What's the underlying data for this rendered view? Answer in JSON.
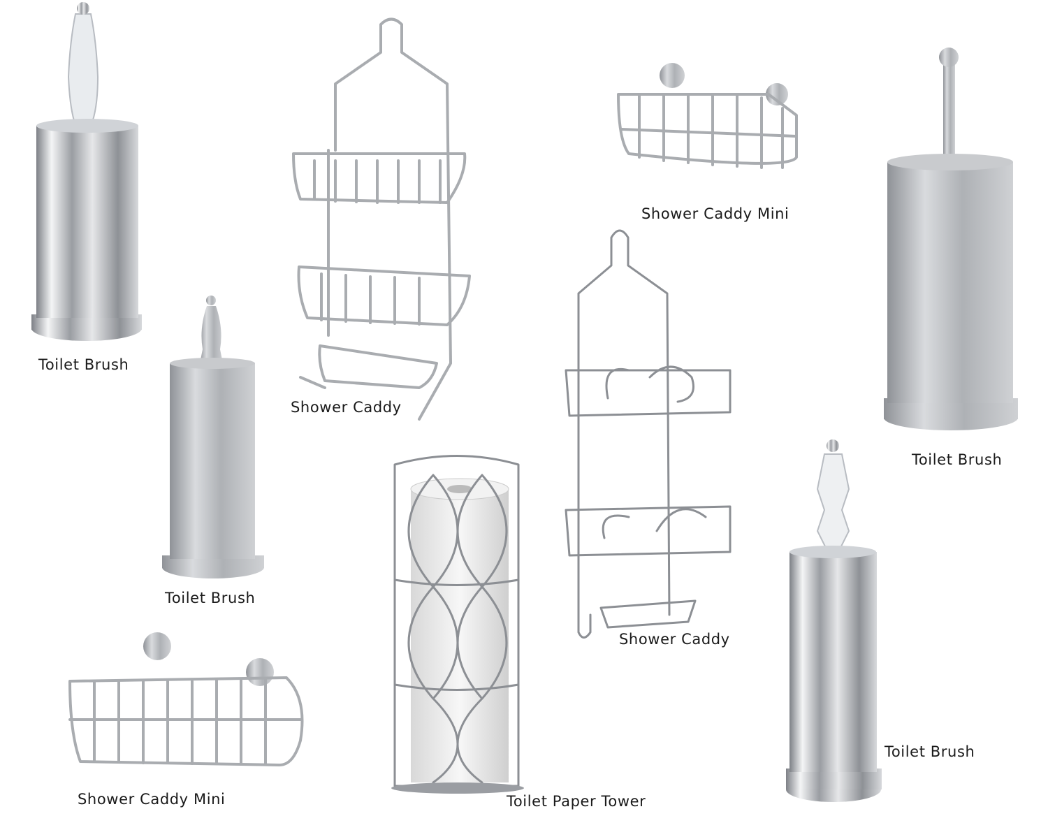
{
  "products": [
    {
      "label": "Toilet Brush"
    },
    {
      "label": "Shower Caddy"
    },
    {
      "label": "Shower Caddy Mini"
    },
    {
      "label": "Toilet Brush"
    },
    {
      "label": "Toilet Brush"
    },
    {
      "label": "Shower Caddy"
    },
    {
      "label": "Toilet Brush"
    },
    {
      "label": "Shower Caddy Mini"
    },
    {
      "label": "Toilet Paper Tower"
    }
  ],
  "colors": {
    "chrome": "#c9ccd0",
    "brushed": "#b3b6ba",
    "wire": "#a9acb0",
    "text": "#1a1a1a"
  }
}
